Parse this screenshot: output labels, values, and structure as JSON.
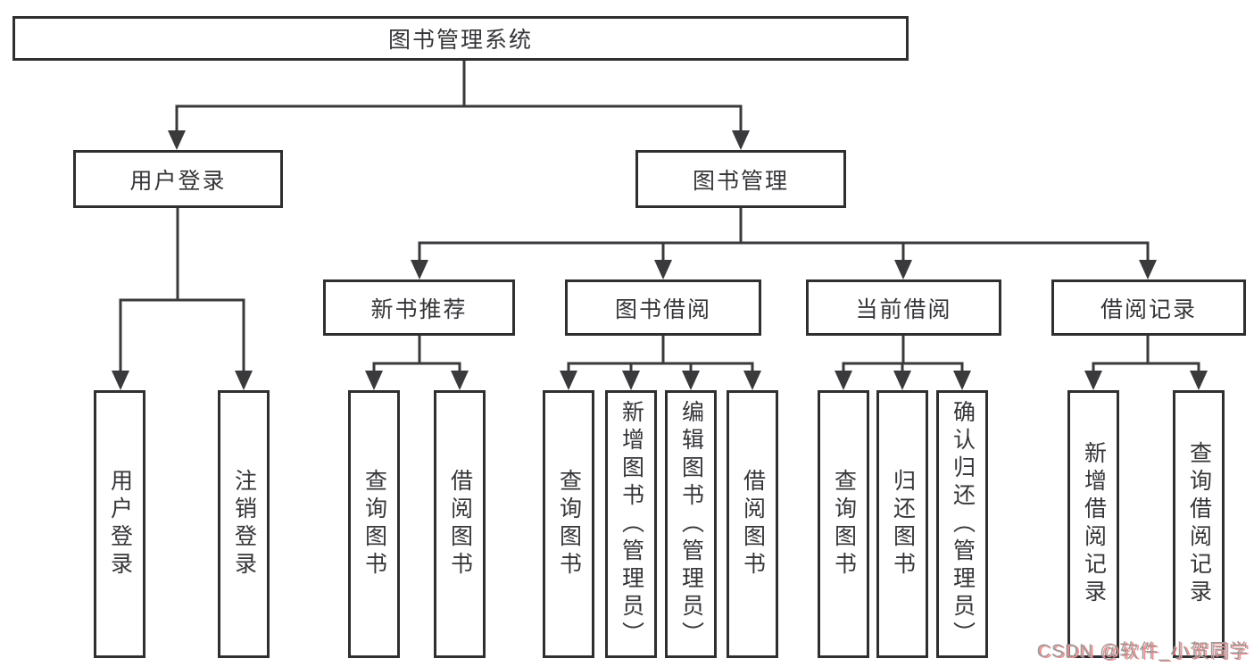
{
  "diagram": {
    "title": "图书管理系统",
    "nodes": {
      "root": {
        "label": "图书管理系统"
      },
      "user_login": {
        "label": "用户登录"
      },
      "book_mgmt": {
        "label": "图书管理"
      },
      "new_book_rec": {
        "label": "新书推荐"
      },
      "book_borrow": {
        "label": "图书借阅"
      },
      "current_borrow": {
        "label": "当前借阅"
      },
      "borrow_records": {
        "label": "借阅记录"
      },
      "leaf_user_login": {
        "label": "用户登录"
      },
      "leaf_logout": {
        "label": "注销登录"
      },
      "leaf_rec_query_book": {
        "label": "查询图书"
      },
      "leaf_rec_borrow_book": {
        "label": "借阅图书"
      },
      "leaf_bb_query_book": {
        "label": "查询图书"
      },
      "leaf_bb_add_book": {
        "label": "新增图书（管理员）"
      },
      "leaf_bb_edit_book": {
        "label": "编辑图书（管理员）"
      },
      "leaf_bb_borrow_book": {
        "label": "借阅图书"
      },
      "leaf_cb_query_book": {
        "label": "查询图书"
      },
      "leaf_cb_return_book": {
        "label": "归还图书"
      },
      "leaf_cb_confirm_return": {
        "label": "确认归还（管理员）"
      },
      "leaf_br_add_record": {
        "label": "新增借阅记录"
      },
      "leaf_br_query_record": {
        "label": "查询借阅记录"
      }
    },
    "colors": {
      "line": "#3a3a3c",
      "border": "#2f2f31",
      "text": "#36363a",
      "watermark_gray": "#9b9b9b",
      "watermark_red": "#f88c8c"
    }
  },
  "watermark": {
    "text": "CSDN @软件_小贺同学"
  }
}
